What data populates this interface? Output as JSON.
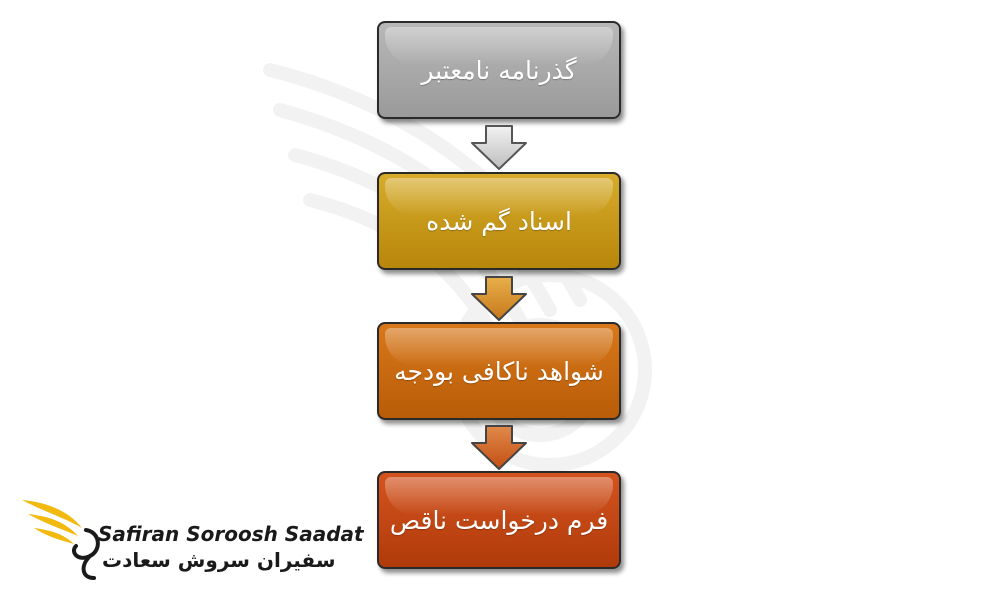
{
  "flow": {
    "steps": [
      {
        "label": "گذرنامه نامعتبر",
        "color": "#a8a8a8"
      },
      {
        "label": "اسناد گم شده",
        "color": "#c9990f"
      },
      {
        "label": "شواهد ناکافی بودجه",
        "color": "#c86a10"
      },
      {
        "label": "فرم درخواست ناقص",
        "color": "#c04814"
      }
    ]
  },
  "logo": {
    "name_en": "Safiran Soroosh Saadat",
    "name_fa": "سفیران سروش سعادت",
    "accent_color": "#f2b90f"
  }
}
